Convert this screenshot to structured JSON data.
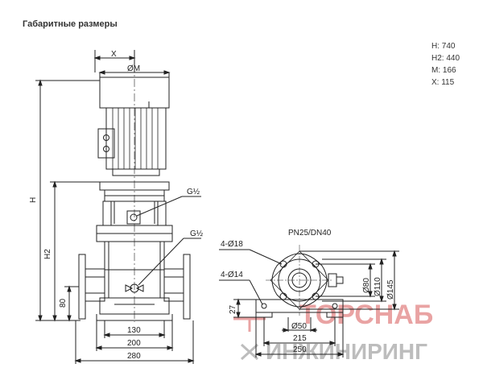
{
  "title": "Габаритные размеры",
  "specs": {
    "h": "H: 740",
    "h2": "H2: 440",
    "m": "M: 166",
    "x": "X: 115"
  },
  "labels": {
    "x": "X",
    "om": "ØM",
    "h": "H",
    "h2": "H2",
    "g_half_1": "G½",
    "g_half_2": "G½",
    "d80": "80",
    "d130": "130",
    "d200": "200",
    "d280": "280",
    "pn": "PN25/DN40",
    "hole18": "4-Ø18",
    "hole14": "4-Ø14",
    "d27": "27",
    "d80v": "Ø80",
    "d110": "Ø110",
    "d145": "Ø145",
    "d50": "Ø50",
    "d215": "215",
    "d250": "250"
  },
  "watermark": {
    "line1": "ТОРСНАБ",
    "line2": "ИНЖИНИРИНГ",
    "accent_color": "#e06666",
    "gray_color": "#9e9e9e"
  }
}
